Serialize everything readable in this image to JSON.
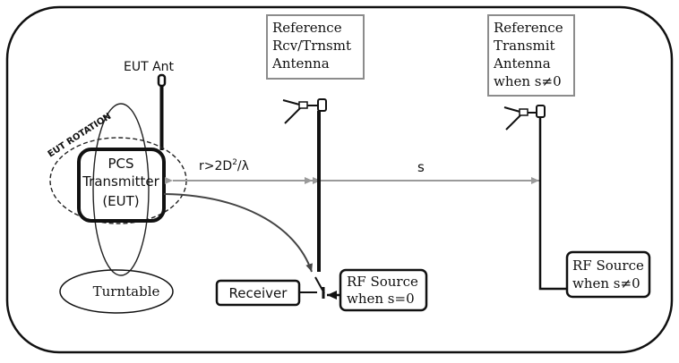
{
  "labels": {
    "eut_ant": "EUT Ant",
    "eut_rotation": "EUT ROTATION",
    "pcs_line1": "PCS",
    "pcs_line2": "Transmitter",
    "pcs_line3": "(EUT)",
    "distance_r_prefix": "r>2D",
    "distance_r_sup": "2",
    "distance_r_suffix": "/λ",
    "distance_s": "s",
    "turntable": "Turntable",
    "receiver": "Receiver",
    "rf_source_near_line1": "RF Source",
    "rf_source_near_line2": "when s=0",
    "rf_source_far_line1": "RF Source",
    "rf_source_far_line2": "when s≠0",
    "ref_rcv_line1": "Reference",
    "ref_rcv_line2": "Rcv/Trnsmt",
    "ref_rcv_line3": "Antenna",
    "ref_tx_line1": "Reference",
    "ref_tx_line2": "Transmit",
    "ref_tx_line3": "Antenna",
    "ref_tx_line4": "when s≠0"
  },
  "colors": {
    "line": "#111111",
    "dimension_arrow": "#9a9a9a",
    "label_box_border": "#8c8c8c"
  }
}
